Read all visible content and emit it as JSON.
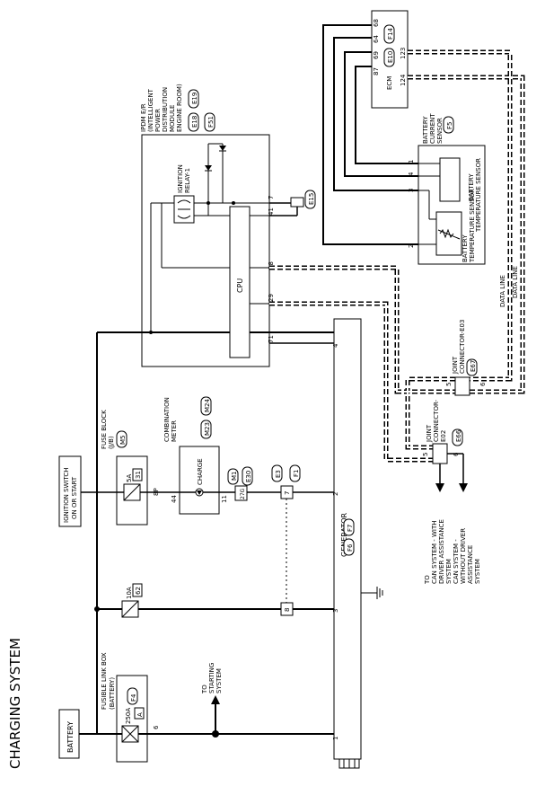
{
  "page_title": "CHARGING SYSTEM",
  "labels": {
    "battery": "BATTERY",
    "fusible_link_box": "FUSIBLE LINK BOX",
    "fusible_link_box_sub": "(BATTERY)",
    "fusible_link_box_conn": "F4",
    "fuse_250a_rating": "250A",
    "fuse_250a_id": "A",
    "fuse_250a_pin": "6",
    "fuse_10a_rating": "10A",
    "fuse_10a_id": "62",
    "to_starting_line1": "TO",
    "to_starting_line2": "STARTING",
    "to_starting_line3": "SYSTEM",
    "ignition_switch_line1": "IGNITION SWITCH",
    "ignition_switch_line2": "ON OR START",
    "fuse_block_line1": "FUSE BLOCK",
    "fuse_block_line2": "(J/B)",
    "fuse_block_conn": "M5",
    "fuse_5a_rating": "5A",
    "fuse_5a_id": "31",
    "fuse_5a_pin": "8P",
    "meter_line1": "COMBINATION",
    "meter_line2": "METER",
    "meter_conn1": "M23",
    "meter_conn2": "M24",
    "meter_charge": "CHARGE",
    "meter_pin44": "44",
    "meter_pin11": "11",
    "conn_m1": "M1",
    "conn_e30": "E30",
    "conn_27g": "27G",
    "conn_e3": "E3",
    "conn_f1": "F1",
    "junction_7": "7",
    "junction_8": "8",
    "generator": "GENERATOR",
    "gen_conn1": "F6",
    "gen_conn2": "F7",
    "gen_pin1": "1",
    "gen_pin2": "2",
    "gen_pin3": "3",
    "gen_pin4": "4",
    "ipdm_line1": "IPDM E/R",
    "ipdm_line2": "(INTELLIGENT",
    "ipdm_line3": "POWER",
    "ipdm_line4": "DISTRIBUTION",
    "ipdm_line5": "MODULE",
    "ipdm_line6": "ENGINE ROOM)",
    "ipdm_conn1": "E18",
    "ipdm_conn2": "E19",
    "ipdm_conn3": "F51",
    "ign_relay_line1": "IGNITION",
    "ign_relay_line2": "RELAY-1",
    "cpu": "CPU",
    "ipdm_pin7": "7",
    "ipdm_pin41": "41",
    "ipdm_pin28": "28",
    "ipdm_pin29": "29",
    "ipdm_pin71": "71",
    "conn_e15": "E15",
    "ecm": "ECM",
    "ecm_conn1": "E10",
    "ecm_conn2": "F14",
    "ecm_pin68": "68",
    "ecm_pin64": "64",
    "ecm_pin123": "123",
    "ecm_pin87": "87",
    "ecm_pin69": "69",
    "ecm_pin124": "124",
    "bcs_line1": "BATTERY",
    "bcs_line2": "CURRENT",
    "bcs_line3": "SENSOR",
    "bcs_conn": "F5",
    "bcs_pin1": "1",
    "bcs_pin4": "4",
    "bcs_pin3": "3",
    "bcs_pin2": "2",
    "bts_line1": "BATTERY",
    "bts_line2": "TEMPERATURE SENSOR",
    "bts_line3": "BATTERY",
    "bts_line4": "TEMPERATURE SENSOR",
    "data_line1": "DATA LINE",
    "data_line2": "DATA LINE",
    "jc_e03_line1": "JOINT",
    "jc_e03_line2": "CONNECTOR-E03",
    "jc_e03_conn": "E67",
    "jc_e03_pin5": "5",
    "jc_e03_pin6": "6",
    "jc_e02_line1": "JOINT",
    "jc_e02_line2": "CONNECTOR-",
    "jc_e02_line3": "E02",
    "jc_e02_conn": "E66",
    "jc_e02_pin5": "5",
    "jc_e02_pin6": "6",
    "can_line1": "TO",
    "can_line2": "CAN SYSTEM - WITH",
    "can_line3": "DRIVER ASSISTANCE",
    "can_line4": "SYSTEM",
    "can_line5": "CAN SYSTEM -",
    "can_line6": "WITHOUT DRIVER",
    "can_line7": "ASSISTANCE",
    "can_line8": "SYSTEM"
  }
}
